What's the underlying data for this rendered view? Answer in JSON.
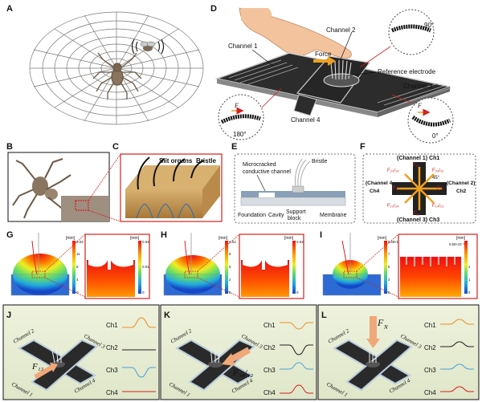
{
  "panels": {
    "A": "A",
    "B": "B",
    "C": "C",
    "D": "D",
    "E": "E",
    "F": "F",
    "G": "G",
    "H": "H",
    "I": "I",
    "J": "J",
    "K": "K",
    "L": "L"
  },
  "panel_c": {
    "slit_organs": "Slit organs",
    "bristle": "Bristle"
  },
  "panel_d": {
    "channel_1": "Channel 1",
    "channel_2": "Channel 2",
    "channel_3": "Channel 3",
    "channel_4": "Channel 4",
    "force": "Force",
    "reference_electrode": "Reference electrode",
    "angle_90": "90°",
    "angle_180": "180°",
    "angle_0": "0°",
    "force_symbol": "F"
  },
  "panel_e": {
    "microcracked": "Microcracked",
    "conductive_channel": "conductive channel",
    "bristle": "Bristle",
    "foundation": "Foundation",
    "cavity": "Cavity",
    "support": "Support",
    "block": "block",
    "membrane": "Membrane"
  },
  "panel_f": {
    "ch1": "(Channel 1) Ch1",
    "ch2": "(Channel 2)",
    "ch2b": "Ch2",
    "ch3": "(Channel 3) Ch3",
    "ch4": "(Channel 4",
    "ch4b": "Ch4",
    "f13": "F₁₃",
    "f31": "F₃₁",
    "f24": "F₂₄",
    "f42": "F₄₂",
    "f23_14": "F₂₃/₁₄",
    "f24_12": "F₂₄/₁₂",
    "f12_34": "F₁₂/₃₄",
    "f14_23": "F₁₄/₂₃",
    "angle": "45°"
  },
  "panel_g": {
    "unit": "[mm]",
    "ticks": [
      "0.02",
      "14",
      "13",
      "12",
      "11",
      "10",
      "8",
      "6",
      "4",
      "2",
      "0"
    ],
    "ticks2": [
      "0.02",
      "0.01",
      "0"
    ]
  },
  "panel_h": {
    "unit": "[mm]",
    "ticks": [
      "0.02",
      "10",
      "9",
      "8",
      "7",
      "6",
      "5",
      "4",
      "3",
      "2",
      "1",
      "0"
    ]
  },
  "panel_i": {
    "unit": "[mm]",
    "ticks": [
      "8.69×10⁻³",
      "8",
      "7",
      "6",
      "5",
      "4",
      "3",
      "2",
      "1",
      "0"
    ],
    "ticks2": [
      "8.69×10⁻³",
      "2",
      "1",
      "0"
    ]
  },
  "panel_j": {
    "force": "F₁₃",
    "ch": [
      "Ch1",
      "Ch2",
      "Ch3",
      "Ch4"
    ],
    "channels": [
      "Channel 2",
      "Channel 3",
      "Channel 1",
      "Channel 4"
    ]
  },
  "panel_k": {
    "force": "F₃₄/₁₂",
    "ch": [
      "Ch1",
      "Ch2",
      "Ch3",
      "Ch4"
    ],
    "channels": [
      "Channel 2",
      "Channel 3",
      "Channel 1",
      "Channel 4"
    ]
  },
  "panel_l": {
    "force": "F",
    "force_sub": "N",
    "ch": [
      "Ch1",
      "Ch2",
      "Ch3",
      "Ch4"
    ],
    "channels": [
      "Channel 2",
      "Channel 3",
      "Channel 1",
      "Channel 4"
    ]
  },
  "colors": {
    "accent_red": "#d42020",
    "ch1": "#f08c28",
    "ch2": "#222222",
    "ch3": "#4aa0dc",
    "ch4": "#d42020",
    "panel_bg": "#e6ebd6"
  }
}
